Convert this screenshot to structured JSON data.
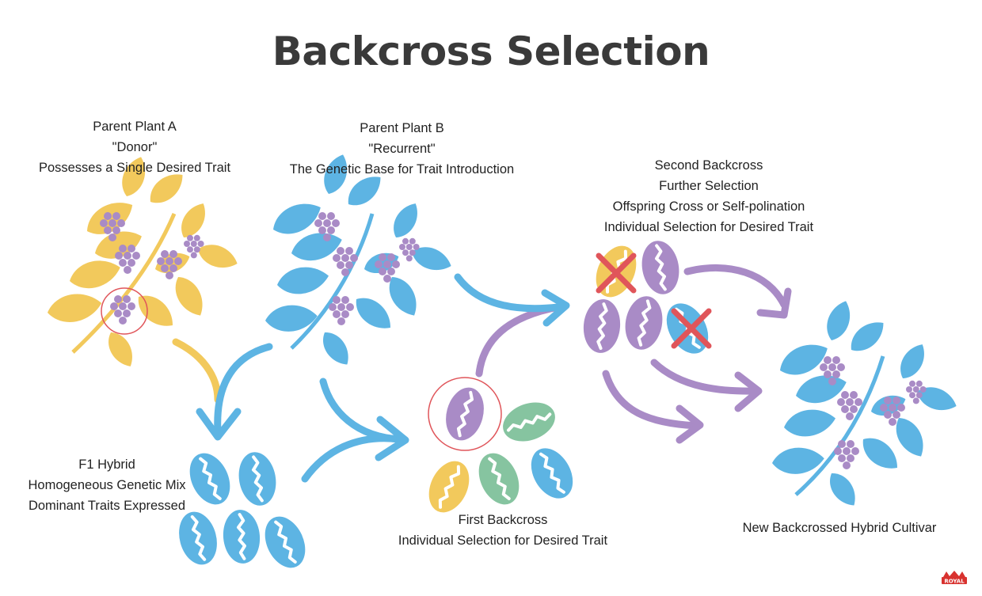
{
  "title": "Backcross Selection",
  "labels": {
    "parent_a": [
      "Parent Plant A",
      "\"Donor\"",
      "Possesses a Single Desired Trait"
    ],
    "parent_b": [
      "Parent Plant B",
      "\"Recurrent\"",
      "The Genetic Base for Trait Introduction"
    ],
    "second_backcross": [
      "Second Backcross",
      "Further Selection",
      "Offspring Cross or Self-polination",
      "Individual Selection for Desired Trait"
    ],
    "f1_hybrid": [
      "F1 Hybrid",
      "Homogeneous Genetic Mix",
      "Dominant Traits Expressed"
    ],
    "first_backcross": [
      "First Backcross",
      "Individual Selection for Desired Trait"
    ],
    "new_cultivar": [
      "New Backcrossed Hybrid Cultivar"
    ]
  },
  "logo_text": "ROYAL",
  "colors": {
    "yellow": "#f2c95c",
    "blue": "#5db4e3",
    "purple": "#a98bc6",
    "green": "#86c4a0",
    "red": "#e0555a",
    "title": "#3a3a3a"
  }
}
